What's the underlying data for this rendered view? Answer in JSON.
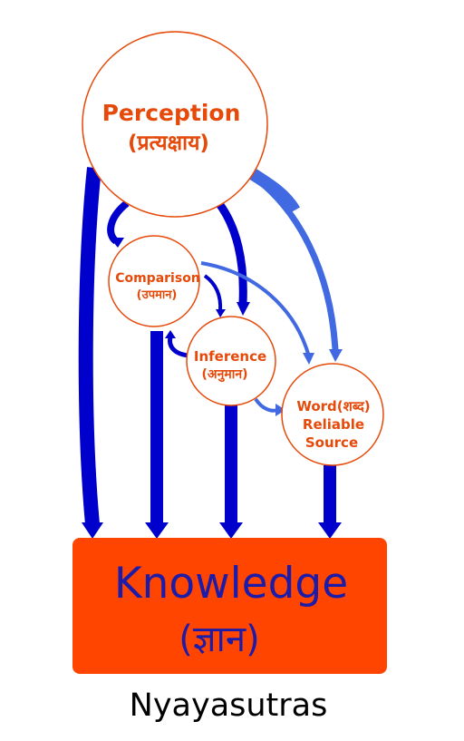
{
  "colors": {
    "node_text": "#e64a0a",
    "node_border": "#e64a0a",
    "knowledge_fill": "#ff4500",
    "knowledge_text": "#1c1ca8",
    "arrow_dark": "#0000cc",
    "arrow_light": "#4169e1",
    "caption": "#000000"
  },
  "nodes": {
    "perception": {
      "title": "Perception",
      "sub": "(प्रत्यक्षाय)"
    },
    "comparison": {
      "title": "Comparison",
      "sub": "(उपमान)"
    },
    "inference": {
      "title": "Inference",
      "sub": "(अनुमान)"
    },
    "word": {
      "line1": "Word(शब्द)",
      "line2": "Reliable",
      "line3": "Source"
    }
  },
  "knowledge": {
    "title": "Knowledge",
    "sub": "(ज्ञान)"
  },
  "caption": "Nyayasutras"
}
